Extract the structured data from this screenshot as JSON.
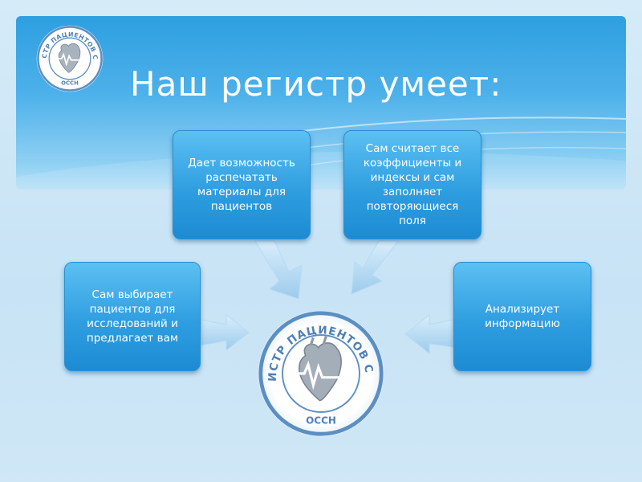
{
  "slide": {
    "title": "Наш регистр умеет:"
  },
  "logo": {
    "text_top": "РЕГИСТР ПАЦИЕНТОВ С ХСН",
    "text_bottom": "ОССН",
    "icon": "heart-icon"
  },
  "diagram": {
    "nodes": [
      {
        "id": "print",
        "label": "Дает возможность распечатать материалы для пациентов"
      },
      {
        "id": "calc",
        "label": "Сам считает все коэффициенты и индексы и сам заполняет повторяющиеся поля"
      },
      {
        "id": "select",
        "label": "Сам выбирает пациентов для исследований и предлагает вам"
      },
      {
        "id": "analyze",
        "label": "Анализирует информацию"
      }
    ],
    "center": "logo"
  },
  "colors": {
    "box": "#2f9ee0",
    "header": "#3aa7e6",
    "background": "#cde6f6",
    "arrow": "#a9d4f0",
    "logo_ring": "#5b8fc4"
  }
}
